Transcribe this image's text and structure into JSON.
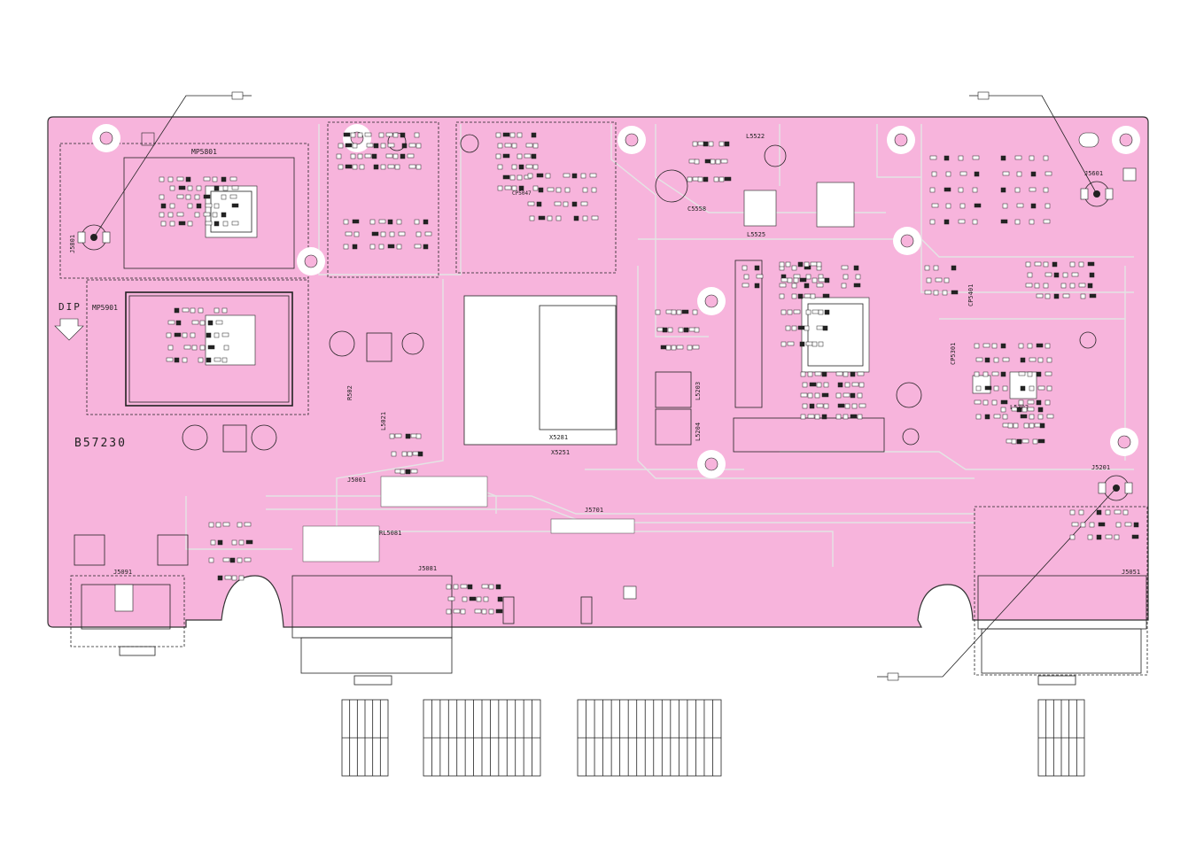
{
  "board": {
    "part_number": "B57230",
    "fill_color": "#f7b4dc",
    "outline_color": "#333333",
    "silk_color": "#222222",
    "trace_color": "#e8e8e8",
    "dip_marker": "DIP"
  },
  "labels": {
    "mp5801": "MP5801",
    "mp5901": "MP5901",
    "j5801": "J5801",
    "j5601": "J5601",
    "l5522": "L5522",
    "l5525": "L5525",
    "c5558": "C5558",
    "cp5047": "CP5047",
    "r5021": "R502",
    "l5021": "L5021",
    "j5001": "J5001",
    "l5203": "L5203",
    "l5204": "L5204",
    "x5281": "X5281",
    "x5251": "X5251",
    "cp5401": "CP5401",
    "cp5301": "CP5301",
    "l5302": "L5302",
    "j5201": "J5201",
    "j5701": "J5701",
    "rl5081": "RL5081",
    "j5081": "J5081",
    "j5091": "J5091",
    "j5051": "J5051"
  }
}
